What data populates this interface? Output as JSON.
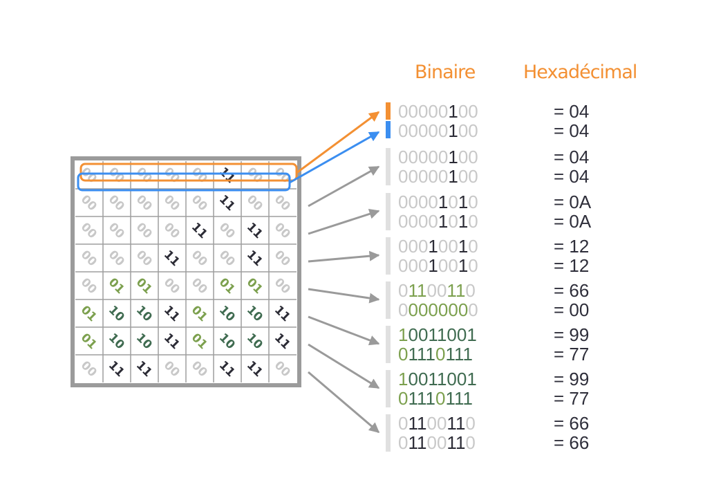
{
  "headers": {
    "binary": "Binaire",
    "hex": "Hexadécimal"
  },
  "colors": {
    "orange": "#f39033",
    "blue": "#3b8ef0",
    "gray_arrow": "#9a9a9a",
    "frame": "#9b9b9b",
    "bit_off": "#c8c8c8",
    "bit_on_dark": "#2b2b35",
    "bit_on_green": "#7ca04e",
    "bit_on_teal": "#3f6b50",
    "bar_gray": "#e0e0e0"
  },
  "grid": [
    [
      "00",
      "00",
      "00",
      "00",
      "00",
      "11",
      "00",
      "00"
    ],
    [
      "00",
      "00",
      "00",
      "00",
      "00",
      "11",
      "00",
      "00"
    ],
    [
      "00",
      "00",
      "00",
      "00",
      "11",
      "00",
      "11",
      "00"
    ],
    [
      "00",
      "00",
      "00",
      "11",
      "00",
      "00",
      "11",
      "00"
    ],
    [
      "00",
      "01",
      "01",
      "00",
      "00",
      "01",
      "01",
      "00"
    ],
    [
      "01",
      "10",
      "10",
      "11",
      "01",
      "10",
      "10",
      "11"
    ],
    [
      "01",
      "10",
      "10",
      "11",
      "01",
      "10",
      "10",
      "11"
    ],
    [
      "00",
      "11",
      "11",
      "00",
      "00",
      "11",
      "11",
      "00"
    ]
  ],
  "rows": [
    {
      "pair": [
        {
          "bin": "00000100",
          "hex": "= 04"
        },
        {
          "bin": "00000100",
          "hex": "= 04"
        }
      ]
    },
    {
      "pair": [
        {
          "bin": "00000100",
          "hex": "= 04"
        },
        {
          "bin": "00000100",
          "hex": "= 04"
        }
      ]
    },
    {
      "pair": [
        {
          "bin": "00001010",
          "hex": "= 0A"
        },
        {
          "bin": "00001010",
          "hex": "= 0A"
        }
      ]
    },
    {
      "pair": [
        {
          "bin": "00010010",
          "hex": "= 12"
        },
        {
          "bin": "00010010",
          "hex": "= 12"
        }
      ]
    },
    {
      "pair": [
        {
          "bin": "01100110",
          "hex": "= 66"
        },
        {
          "bin": "00000000",
          "hex": "= 00"
        }
      ]
    },
    {
      "pair": [
        {
          "bin": "10011001",
          "hex": "= 99"
        },
        {
          "bin": "01110111",
          "hex": "= 77"
        }
      ]
    },
    {
      "pair": [
        {
          "bin": "10011001",
          "hex": "= 99"
        },
        {
          "bin": "01110111",
          "hex": "= 77"
        }
      ]
    },
    {
      "pair": [
        {
          "bin": "01100110",
          "hex": "= 66"
        },
        {
          "bin": "01100110",
          "hex": "= 66"
        }
      ]
    }
  ]
}
